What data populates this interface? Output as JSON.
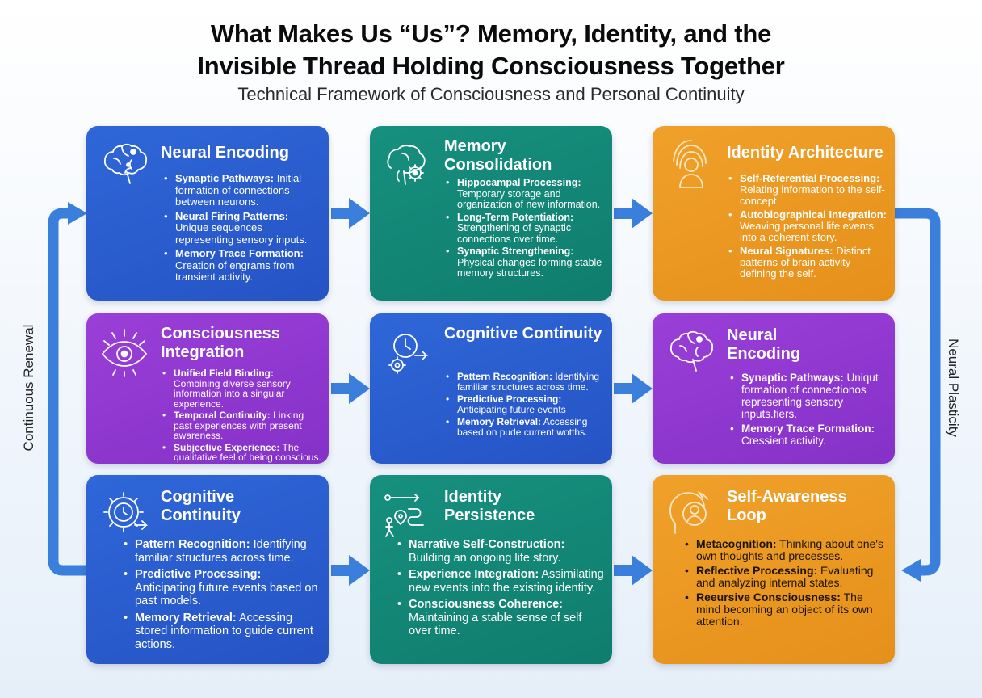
{
  "header": {
    "title_line1": "What Makes Us “Us”? Memory, Identity, and the",
    "title_line2": "Invisible Thread Holding Consciousness Together",
    "subtitle": "Technical Framework of Consciousness and Personal Continuity"
  },
  "side_labels": {
    "left": "Continuous Renewal",
    "right": "Neural Plasticity"
  },
  "colors": {
    "blue": "#2553c4",
    "teal": "#0f7d6e",
    "orange": "#e5901a",
    "purple": "#8531c8",
    "arrow": "#3b7fdc"
  },
  "cards": {
    "r1c1": {
      "title": "Neural Encoding",
      "icon": "brain-icon",
      "items": [
        {
          "term": "Synaptic Pathways:",
          "desc": " Initial formation of connections between neurons."
        },
        {
          "term": "Neural Firing Patterns:",
          "desc": " Unique sequences representing sensory inputs."
        },
        {
          "term": "Memory Trace Formation:",
          "desc": " Creation of engrams from transient activity."
        }
      ]
    },
    "r1c2": {
      "title": "Memory Consolidation",
      "icon": "brain-gears-icon",
      "items": [
        {
          "term": "Hippocampal Processing:",
          "desc": " Temporary storage and organization of new information."
        },
        {
          "term": "Long-Term Potentiation:",
          "desc": " Strengthening of synaptic connections over time."
        },
        {
          "term": "Synaptic Strengthening:",
          "desc": " Physical changes forming stable memory structures."
        }
      ]
    },
    "r1c3": {
      "title": "Identity Architecture",
      "icon": "fingerprint-person-icon",
      "items": [
        {
          "term": "Self-Referential Processing:",
          "desc": " Relating information to the self-concept."
        },
        {
          "term": "Autobiographical Integration:",
          "desc": " Weaving personal life events into a coherent story."
        },
        {
          "term": "Neural Signatures:",
          "desc": " Distinct patterns of brain activity defining the self."
        }
      ]
    },
    "r2c1": {
      "title": "Consciousness Integration",
      "icon": "eye-icon",
      "items": [
        {
          "term": "Unified Field Binding:",
          "desc": " Combining diverse sensory information into a singular experience."
        },
        {
          "term": "Temporal Continuity:",
          "desc": " Linking past experiences with present awareness."
        },
        {
          "term": "Subjective Experience:",
          "desc": " The qualitative feel of being conscious."
        }
      ]
    },
    "r2c2": {
      "title": "Cognitive Continuity",
      "icon": "clock-gear-icon",
      "items": [
        {
          "term": "Pattern Recognition:",
          "desc": " Identifying familiar structures across time."
        },
        {
          "term": "Predictive Processing:",
          "desc": " Anticipating future events"
        },
        {
          "term": "Memory Retrieval:",
          "desc": " Accessing based on pude current wotths."
        }
      ]
    },
    "r2c3": {
      "title": "Neural Encoding",
      "icon": "brain-icon",
      "items": [
        {
          "term": "Synaptic Pathways:",
          "desc": " Uniqut formation of connectionos representing sensory inputs.fiers."
        },
        {
          "term": "Memory Trace Formation:",
          "desc": " Cressient activity."
        }
      ]
    },
    "r3c1": {
      "title": "Cognitive Continuity",
      "icon": "clock-gear-icon",
      "items": [
        {
          "term": "Pattern Recognition:",
          "desc": " Identifying familiar structures across time."
        },
        {
          "term": "Predictive Processing:",
          "desc": " Anticipating future events based on past models."
        },
        {
          "term": "Memory Retrieval:",
          "desc": " Accessing stored information to guide current actions."
        }
      ]
    },
    "r3c2": {
      "title": "Identity Persistence",
      "icon": "path-walker-icon",
      "items": [
        {
          "term": "Narrative Self-Construction:",
          "desc": " Building an ongoing life story."
        },
        {
          "term": "Experience Integration:",
          "desc": " Assimilating new events into the existing identity."
        },
        {
          "term": "Consciousness Coherence:",
          "desc": " Maintaining a stable sense of self over time."
        }
      ]
    },
    "r3c3": {
      "title": "Self-Awareness Loop",
      "icon": "head-loop-icon",
      "items": [
        {
          "term": "Metacognition:",
          "desc": " Thinking about one's own thoughts and precesses."
        },
        {
          "term": "Reflective Processing:",
          "desc": " Evaluating and analyzing internal states."
        },
        {
          "term": "Reeursive Consciousness:",
          "desc": " The mind becoming an object of its own attention."
        }
      ]
    }
  }
}
